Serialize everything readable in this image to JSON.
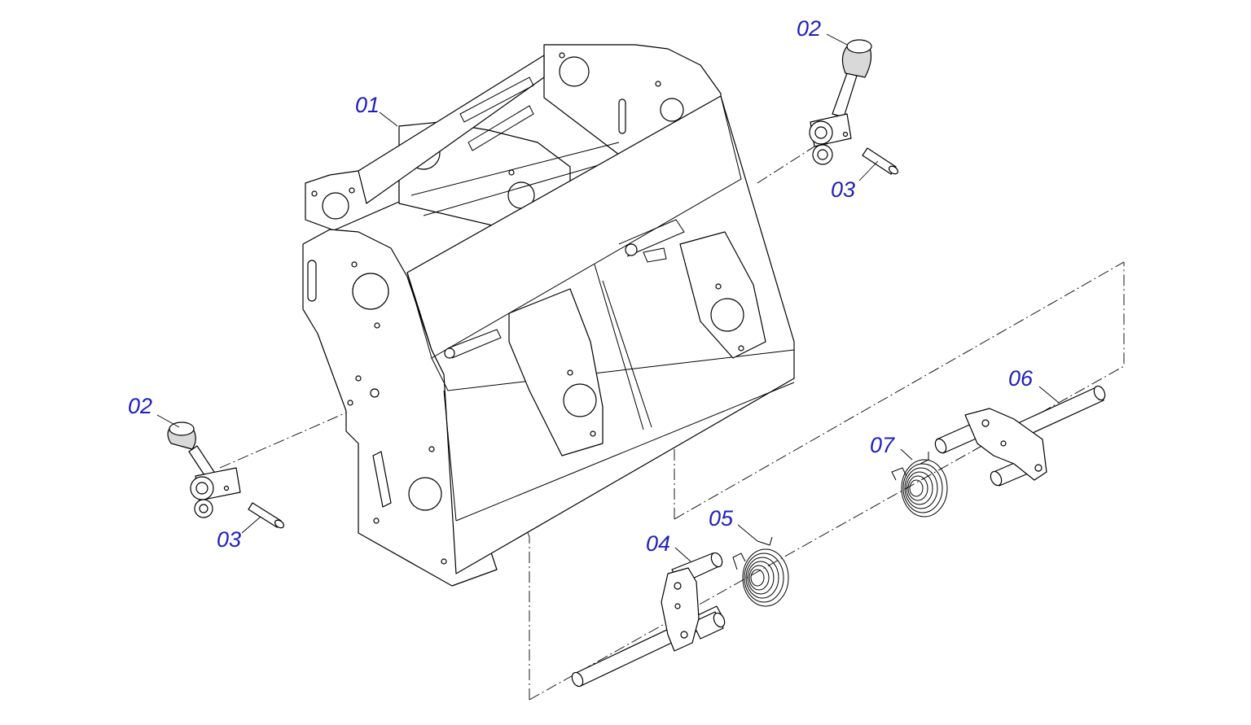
{
  "diagram": {
    "callouts": [
      {
        "id": "c01",
        "label": "01"
      },
      {
        "id": "c02a",
        "label": "02"
      },
      {
        "id": "c03a",
        "label": "03"
      },
      {
        "id": "c02b",
        "label": "02"
      },
      {
        "id": "c03b",
        "label": "03"
      },
      {
        "id": "c04",
        "label": "04"
      },
      {
        "id": "c05",
        "label": "05"
      },
      {
        "id": "c06",
        "label": "06"
      },
      {
        "id": "c07",
        "label": "07"
      }
    ],
    "colors": {
      "callout_text": "#1f1fbf",
      "line": "#000000",
      "knob_fill": "#d9d9d9"
    }
  }
}
